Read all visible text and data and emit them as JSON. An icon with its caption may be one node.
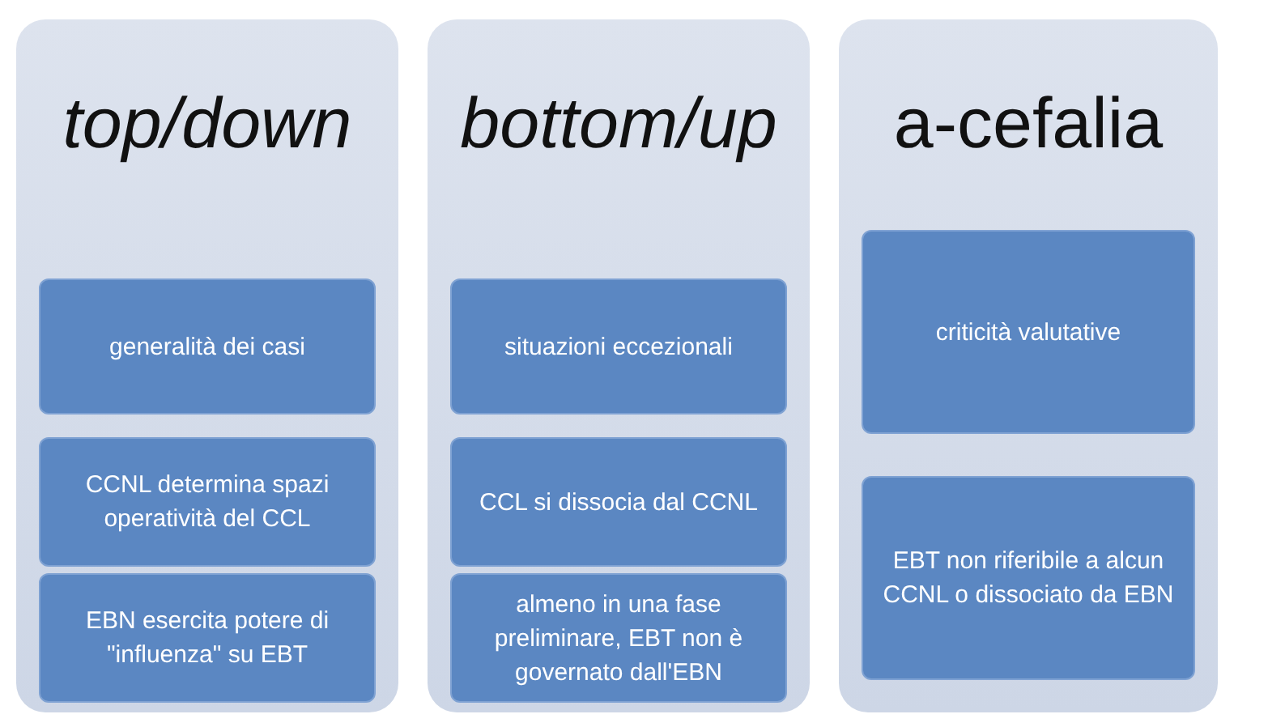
{
  "diagram": {
    "nodes": [
      {
        "text": [
          "top/down"
        ]
      },
      {
        "text": [
          "generalità dei casi"
        ],
        "in": 0
      },
      {
        "text": [
          "CCNL determina spazi operatività del CCL"
        ],
        "in": 0
      },
      {
        "text": [
          "EBN esercita potere di \"influenza\" su EBT"
        ],
        "in": 0
      },
      {
        "text": [
          "bottom/up"
        ]
      },
      {
        "text": [
          "situazioni eccezionali"
        ],
        "in": 4
      },
      {
        "text": [
          "CCL si dissocia dal CCNL"
        ],
        "in": 4
      },
      {
        "text": [
          "almeno in una fase preliminare, EBT non è governato dall'EBN"
        ],
        "in": 4
      },
      {
        "text": [
          "a-cefalia"
        ]
      },
      {
        "text": [
          "criticità valutative"
        ],
        "in": 8
      },
      {
        "text": [
          "EBT non riferibile a alcun CCNL o dissociato da EBN"
        ],
        "in": 8
      }
    ],
    "edges": []
  }
}
